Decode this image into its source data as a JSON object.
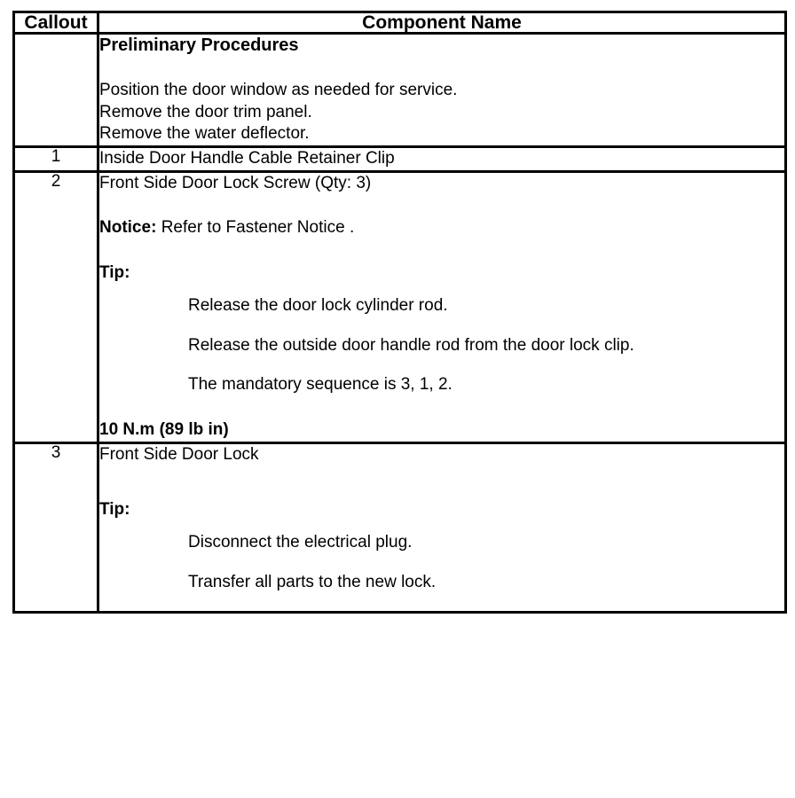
{
  "table": {
    "headers": {
      "callout": "Callout",
      "component_name": "Component Name"
    },
    "rows": [
      {
        "callout": "",
        "title": "Preliminary Procedures",
        "procedures": [
          "Position the door window as needed for service.",
          "Remove the door trim panel.",
          "Remove the water deflector."
        ]
      },
      {
        "callout": "1",
        "title": "Inside Door Handle Cable Retainer Clip"
      },
      {
        "callout": "2",
        "title": "Front Side Door Lock Screw (Qty: 3)",
        "notice_label": "Notice:",
        "notice_text": "Refer to Fastener Notice .",
        "tip_label": "Tip:",
        "tip_items": [
          "Release the door lock cylinder rod.",
          "Release the outside door handle rod from the door lock clip.",
          "The mandatory sequence is 3, 1, 2."
        ],
        "torque": "10 N.m (89 lb in)"
      },
      {
        "callout": "3",
        "title": "Front Side Door Lock",
        "tip_label": "Tip:",
        "tip_items": [
          "Disconnect the electrical plug.",
          "Transfer all parts to the new lock."
        ]
      }
    ]
  },
  "colors": {
    "border": "#000000",
    "text": "#000000",
    "background": "#ffffff"
  }
}
